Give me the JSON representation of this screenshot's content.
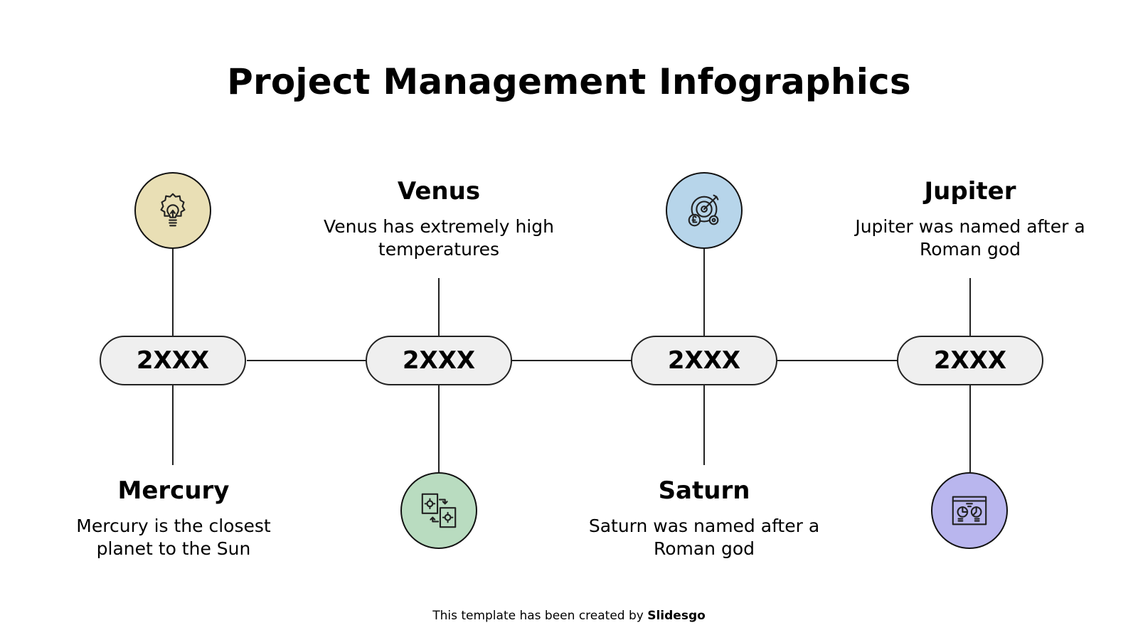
{
  "title": "Project Management Infographics",
  "timeline": [
    {
      "year": "2XXX",
      "name": "Mercury",
      "text": "Mercury is the closest planet to the Sun",
      "icon": "lightbulb-gear-icon",
      "color": "#e9dfb5"
    },
    {
      "year": "2XXX",
      "name": "Venus",
      "text": "Venus has extremely high temperatures",
      "icon": "gear-documents-exchange-icon",
      "color": "#b9dcc0"
    },
    {
      "year": "2XXX",
      "name": "Saturn",
      "text": "Saturn was named after a Roman god",
      "icon": "target-pound-gear-icon",
      "color": "#b7d5ea"
    },
    {
      "year": "2XXX",
      "name": "Jupiter",
      "text": "Jupiter was named after a Roman god",
      "icon": "dashboard-pie-charts-icon",
      "color": "#b9b6ee"
    }
  ],
  "footer": {
    "prefix": "This template has been created by ",
    "brand": "Slidesgo"
  }
}
